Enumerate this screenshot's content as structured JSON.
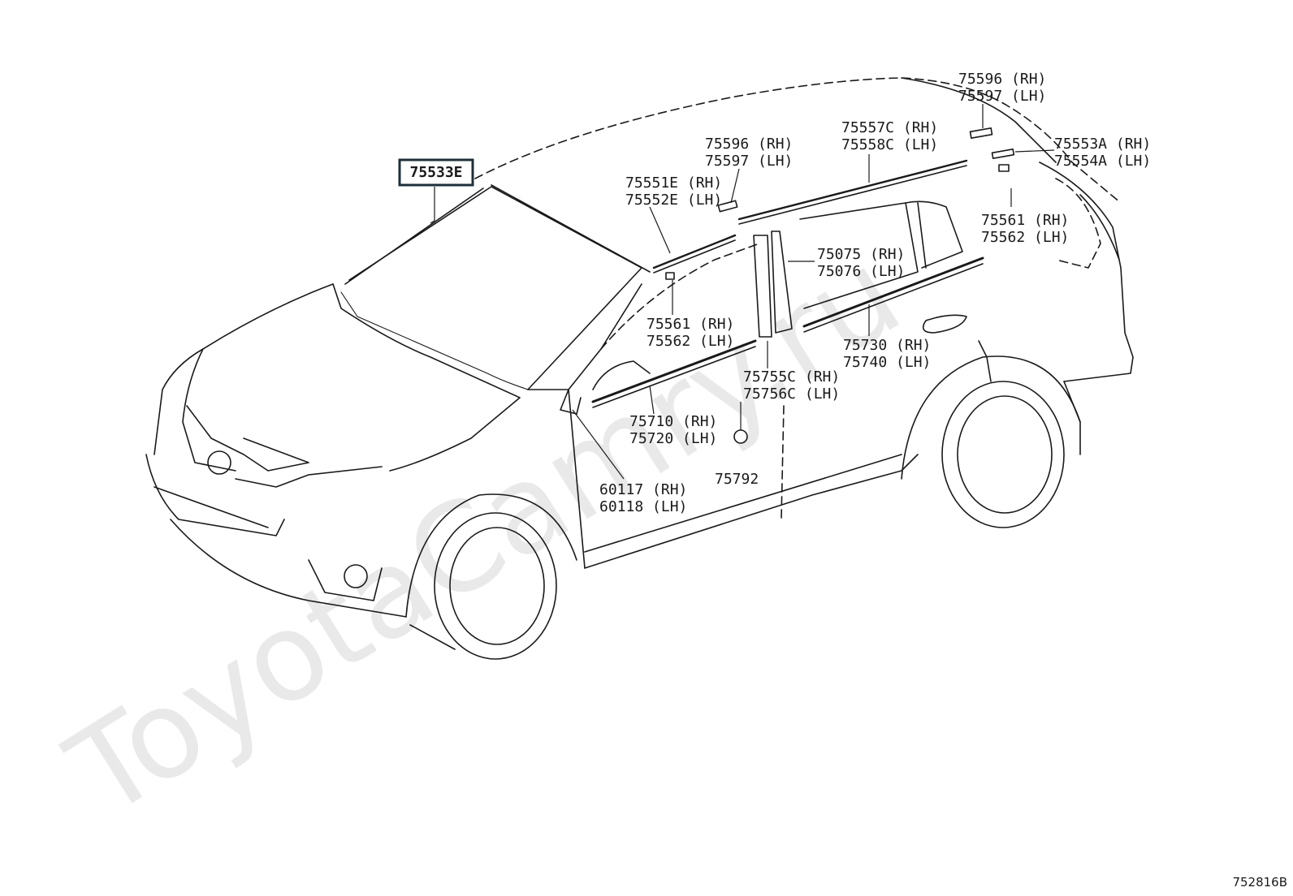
{
  "watermark": "ToyotaCamry.ru",
  "diagram_code": "752816B",
  "labels": {
    "75533E": "75533E",
    "rear_clip_r": [
      "75596 (RH)",
      "75597 (LH)"
    ],
    "roof_mould": [
      "75557C (RH)",
      "75558C (LH)"
    ],
    "rear_mould": [
      "75553A (RH)",
      "75554A (LH)"
    ],
    "roof_clip": [
      "75596 (RH)",
      "75597 (LH)"
    ],
    "front_roof": [
      "75551E (RH)",
      "75552E (LH)"
    ],
    "rear_clip_b": [
      "75561 (RH)",
      "75562 (LH)"
    ],
    "pillar": [
      "75075 (RH)",
      "75076 (LH)"
    ],
    "front_clip": [
      "75561 (RH)",
      "75562 (LH)"
    ],
    "rear_belt": [
      "75730 (RH)",
      "75740 (LH)"
    ],
    "center_pillar": [
      "75755C (RH)",
      "75756C (LH)"
    ],
    "front_belt": [
      "75710 (RH)",
      "75720 (LH)"
    ],
    "grommet": "75792",
    "mirror": [
      "60117 (RH)",
      "60118 (LH)"
    ]
  }
}
